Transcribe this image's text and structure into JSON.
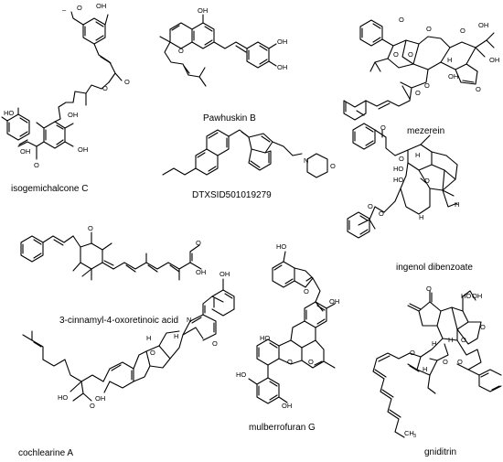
{
  "compounds": [
    {
      "name": "isogemichalcone C"
    },
    {
      "name": "Pawhuskin B"
    },
    {
      "name": "mezerein"
    },
    {
      "name": "DTXSID501019279"
    },
    {
      "name": "ingenol dibenzoate"
    },
    {
      "name": "3-cinnamyl-4-oxoretinoic acid"
    },
    {
      "name": "mulberrofuran G"
    },
    {
      "name": "gniditrin"
    },
    {
      "name": "cochlearine A"
    }
  ],
  "atom_labels": {
    "OH": "OH",
    "O": "O",
    "OMe": "O",
    "N": "N",
    "H": "H",
    "HO": "HO",
    "CH3": "CH",
    "sub3": "3",
    "OHbar": "OH"
  }
}
